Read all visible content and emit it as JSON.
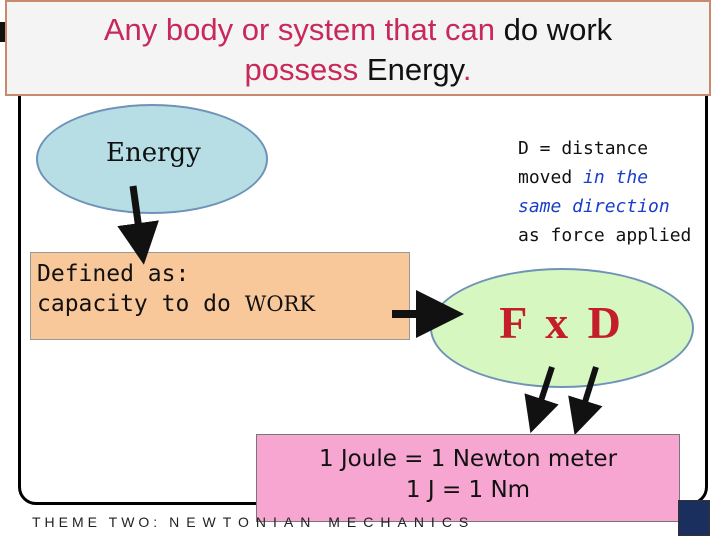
{
  "title": {
    "part1_red": "Any body or system that can",
    "part2_black": "do work",
    "part3_red": "possess",
    "part4_black": "Energy",
    "part5_red": "."
  },
  "energy_label": "Energy",
  "definition": {
    "line1": "Defined as:",
    "line2_prefix": "capacity to do",
    "line2_work": "WORK"
  },
  "distance_note": {
    "line1": "D = distance",
    "line2_prefix": "moved",
    "line2_blue": "in the",
    "line3_blue": "same direction",
    "line4": "as force applied"
  },
  "formula": "F x D",
  "units": {
    "line1": "1 Joule = 1 Newton meter",
    "line2": "1 J = 1 Nm"
  },
  "footer": {
    "prefix": "THEME TWO:",
    "topic": "NEWTONIAN MECHANICS"
  },
  "colors": {
    "title_red": "#c8285a",
    "formula_red": "#c41e2a",
    "energy_oval": "#b7dee5",
    "definition_box": "#f9c89a",
    "formula_oval": "#d6f7bf",
    "units_box": "#f6a6d0"
  }
}
